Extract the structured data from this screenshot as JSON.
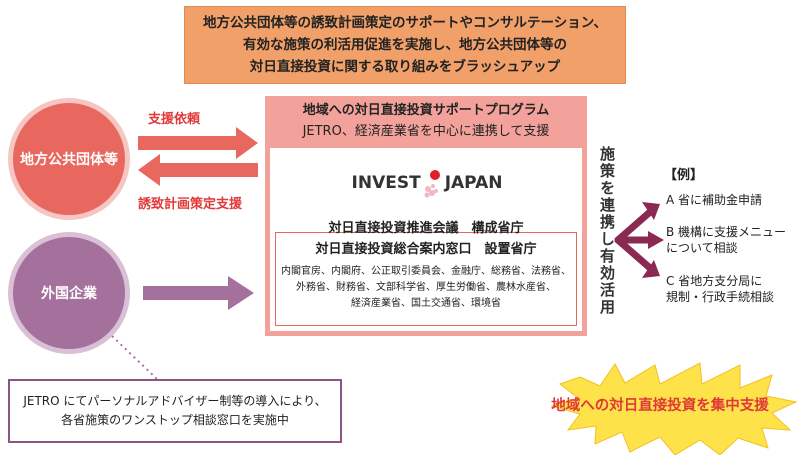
{
  "top_banner": {
    "line1": "地方公共団体等の誘致計画策定のサポートやコンサルテーション、",
    "line2": "有効な施策の利活用促進を実施し、地方公共団体等の",
    "line3": "対日直接投資に関する取り組みをブラッシュアップ"
  },
  "local_gov": {
    "label": "地方公共団体等"
  },
  "foreign_company": {
    "label": "外国企業"
  },
  "arrows": {
    "support_request": "支援依頼",
    "plan_support": "誘致計画策定支援"
  },
  "program": {
    "title": "地域への対日直接投資サポートプログラム",
    "subtitle": "JETRO、経済産業省を中心に連携して支援",
    "logo_left": "INVEST",
    "logo_right": "JAPAN",
    "council": "対日直接投資推進会議　構成省庁",
    "window": "対日直接投資総合案内窓口　設置省庁",
    "ministries": [
      "内閣官房、内閣府、公正取引委員会、金融庁、総務省、法務省、",
      "外務省、財務省、文部科学省、厚生労働省、農林水産省、",
      "経済産業省、国土交通省、環境省"
    ]
  },
  "policy_label": "施策を連携し有効活用",
  "examples": {
    "title": "【例】",
    "a": "A 省に補助金申請",
    "b1": "B 機構に支援メニュー",
    "b2": "について相談",
    "c1": "C 省地方支分局に",
    "c2": "規制・行政手続相談"
  },
  "jetro_note": {
    "line1": "JETRO にてパーソナルアドバイザー制等の導入により、",
    "line2": "各省施策のワンストップ相談窓口を実施中"
  },
  "burst": {
    "label": "地域への対日直接投資を集中支援"
  },
  "colors": {
    "banner": "#f0a068",
    "local_circle": "#e8675f",
    "foreign_circle": "#a4709c",
    "program_bg": "#f2a29b",
    "accent_red": "#e0393a",
    "example_arrow": "#8a2a52",
    "burst_fill": "#fde24a"
  }
}
